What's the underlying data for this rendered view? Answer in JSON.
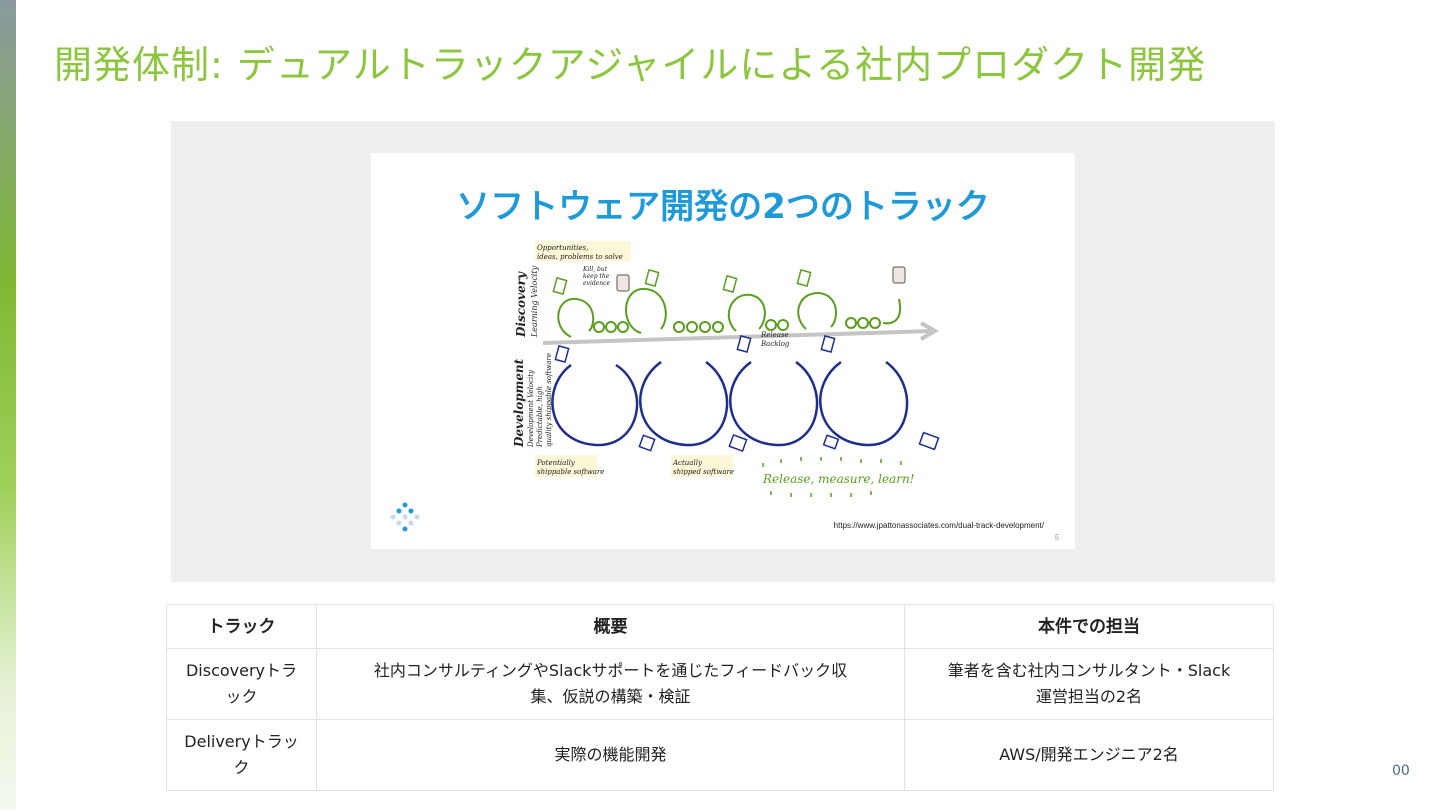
{
  "slide": {
    "title": "開発体制: デュアルトラックアジャイルによる社内プロダクト開発",
    "page_number": "00"
  },
  "image": {
    "title": "ソフトウェア開発の2つのトラック",
    "discovery_label": "Discovery",
    "discovery_sublabel": "Learning Velocity",
    "development_label": "Development",
    "development_sublabel1": "Development Velocity",
    "development_sublabel2": "Predictable, high",
    "development_sublabel3": "quality shippable software",
    "note_opportunities1": "Opportunities,",
    "note_opportunities2": "ideas, problems to solve",
    "note_kill1": "Kill, but",
    "note_kill2": "keep the",
    "note_kill3": "evidence",
    "note_release1": "Release",
    "note_release2": "Backlog",
    "note_potentially1": "Potentially",
    "note_potentially2": "shippable software",
    "note_actually1": "Actually",
    "note_actually2": "shipped software",
    "note_release_measure": "Release, measure, learn!",
    "source_url": "https://www.jpattonassociates.com/dual-track-development/",
    "page": "5"
  },
  "table": {
    "headers": [
      "トラック",
      "概要",
      "本件での担当"
    ],
    "rows": [
      {
        "track": [
          "Discoveryトラ",
          "ック"
        ],
        "summary": [
          "社内コンサルティングやSlackサポートを通じたフィードバック収",
          "集、仮説の構築・検証"
        ],
        "owner": [
          "筆者を含む社内コンサルタント・Slack",
          "運営担当の2名"
        ]
      },
      {
        "track": [
          "Deliveryトラッ",
          "ク"
        ],
        "summary": [
          "実際の機能開発"
        ],
        "owner": [
          "AWS/開発エンジニア2名"
        ]
      }
    ]
  },
  "colors": {
    "title_green": "#8cc63f",
    "inner_title_blue": "#1e9ad8",
    "discovery_green": "#5a9e1f",
    "development_navy": "#1d2f8a",
    "arrow_gray": "#c4c4c4"
  }
}
